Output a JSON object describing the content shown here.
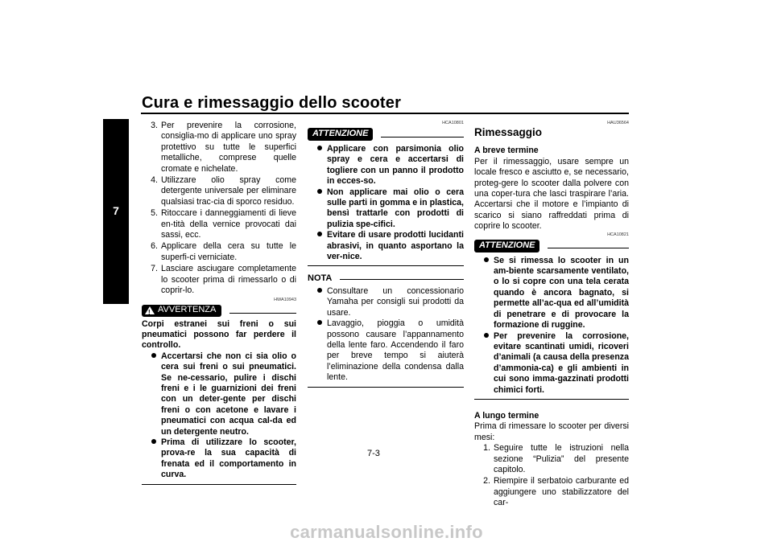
{
  "header": {
    "title": "Cura e rimessaggio dello scooter"
  },
  "chapter_tab": "7",
  "page_number": "7-3",
  "footer_watermark": "carmanualsonline.info",
  "col1": {
    "steps": [
      {
        "n": "3.",
        "text": "Per prevenire la corrosione, consiglia-mo di applicare uno spray protettivo su tutte le superfici metalliche, comprese quelle cromate e nichelate."
      },
      {
        "n": "4.",
        "text": "Utilizzare olio spray come detergente universale per eliminare qualsiasi trac-cia di sporco residuo."
      },
      {
        "n": "5.",
        "text": "Ritoccare i danneggiamenti di lieve en-tità della vernice provocati dai sassi, ecc."
      },
      {
        "n": "6.",
        "text": "Applicare della cera su tutte le superfi-ci verniciate."
      },
      {
        "n": "7.",
        "text": "Lasciare asciugare completamente lo scooter prima di rimessarlo o di coprir-lo."
      }
    ],
    "warning_code": "HWA10943",
    "warning_label": "AVVERTENZA",
    "warning_lead": "Corpi estranei sui freni o sui pneumatici possono far perdere il controllo.",
    "warning_bullets": [
      "Accertarsi che non ci sia olio o cera sui freni o sui pneumatici. Se ne-cessario, pulire i dischi freni e i le guarnizioni dei freni con un deter-gente per dischi freni o con acetone e lavare i pneumatici con acqua cal-da ed un detergente neutro.",
      "Prima di utilizzare lo scooter, prova-re la sua capacità di frenata ed il comportamento in curva."
    ]
  },
  "col2": {
    "attention_code": "HCA10801",
    "attention_label": "ATTENZIONE",
    "attention_bullets": [
      "Applicare con parsimonia olio spray e cera e accertarsi di togliere con un panno il prodotto in ecces-so.",
      "Non applicare mai olio o cera sulle parti in gomma e in plastica, bensì trattarle con prodotti di pulizia spe-cifici.",
      "Evitare di usare prodotti lucidanti abrasivi, in quanto asportano la ver-nice."
    ],
    "nota_label": "NOTA",
    "nota_bullets": [
      "Consultare un concessionario Yamaha per consigli sui prodotti da usare.",
      "Lavaggio, pioggia o umidità possono causare l’appannamento della lente faro. Accendendo il faro per breve tempo si aiuterà l’eliminazione della condensa dalla lente."
    ]
  },
  "col3": {
    "section_code": "HAU36564",
    "section_title": "Rimessaggio",
    "short_term_title": "A breve termine",
    "short_term_text": "Per il rimessaggio, usare sempre un locale fresco e asciutto e, se necessario, proteg-gere lo scooter dalla polvere con una coper-tura che lasci traspirare l’aria. Accertarsi che il motore e l’impianto di scarico si siano raffreddati prima di coprire lo scooter.",
    "attention_code": "HCA10821",
    "attention_label": "ATTENZIONE",
    "attention_bullets": [
      "Se si rimessa lo scooter in un am-biente scarsamente ventilato, o lo si copre con una tela cerata quando è ancora bagnato, si permette all’ac-qua ed all’umidità di penetrare e di provocare la formazione di ruggine.",
      "Per prevenire la corrosione, evitare scantinati umidi, ricoveri d’animali (a causa della presenza d’ammonia-ca) e gli ambienti in cui sono imma-gazzinati prodotti chimici forti."
    ],
    "long_term_title": "A lungo termine",
    "long_term_text": "Prima di rimessare lo scooter per diversi mesi:",
    "long_term_steps": [
      {
        "n": "1.",
        "text": "Seguire tutte le istruzioni nella sezione “Pulizia” del presente capitolo."
      },
      {
        "n": "2.",
        "text": "Riempire il serbatoio carburante ed aggiungere uno stabilizzatore del car-"
      }
    ]
  }
}
